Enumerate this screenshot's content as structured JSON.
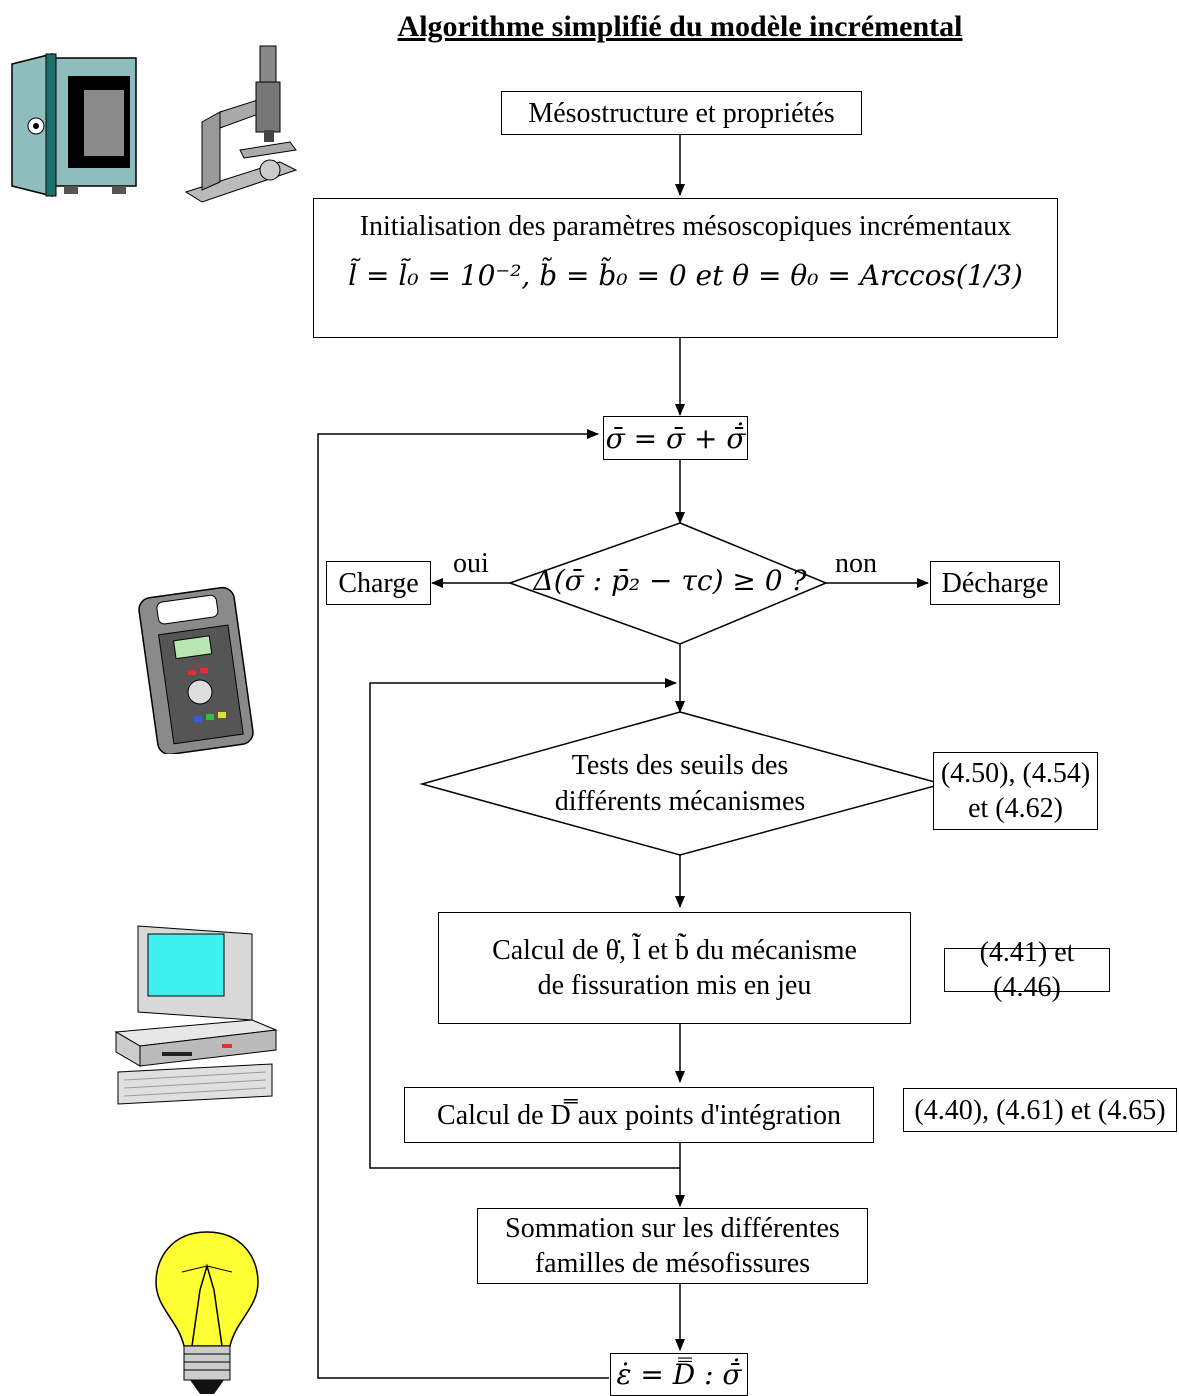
{
  "title": "Algorithme simplifié du modèle incrémental",
  "nodes": {
    "mesostructure": "Mésostructure et propriétés",
    "init_line1": "Initialisation des paramètres mésoscopiques incrémentaux",
    "init_line2": "l̃ = l̃₀ = 10⁻², b̃ = b̃₀ = 0 et θ = θ₀ = Arccos(1/3)",
    "sigma_update": "σ̄ = σ̄ + σ̄̇",
    "decision": "Δ(σ̄ : p̄₂ − τc) ≥ 0  ?",
    "charge": "Charge",
    "decharge": "Décharge",
    "yes_label": "oui",
    "no_label": "non",
    "tests_line1": "Tests des seuils des",
    "tests_line2": "différents mécanismes",
    "calc1_line1": "Calcul de θ̇, l̃̇ et b̃̇ du mécanisme",
    "calc1_line2": "de fissuration mis en jeu",
    "calc2": "Calcul de D̿ aux points d'intégration",
    "sum_line1": "Sommation sur les différentes",
    "sum_line2": "familles de mésofissures",
    "strain": "ε̇ = D̿ : σ̄̇"
  },
  "references": {
    "tests_line1": "(4.50), (4.54)",
    "tests_line2": "et (4.62)",
    "calc1": "(4.41) et (4.46)",
    "calc2": "(4.40), (4.61) et (4.65)"
  },
  "icons": [
    "oven-icon",
    "microscope-icon",
    "multimeter-icon",
    "computer-icon",
    "light-bulb-icon"
  ]
}
